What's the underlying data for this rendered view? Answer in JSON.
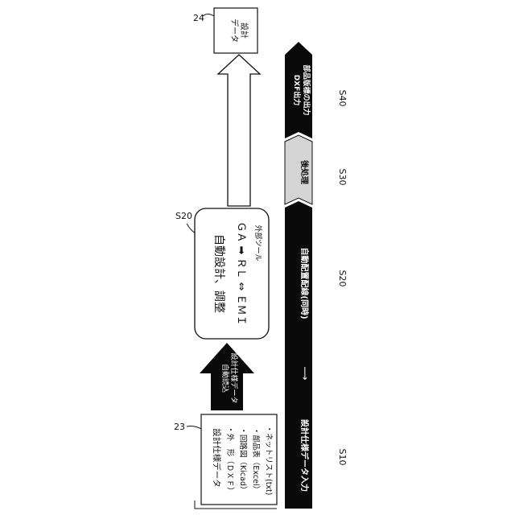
{
  "colors": {
    "ink": "#111111",
    "band": "#0a0a0a",
    "post_fill": "#d4d4d4",
    "paper": "#ffffff"
  },
  "refs": {
    "design_data": "24",
    "spec_data": "23",
    "auto_design": "S20"
  },
  "design_data_box": {
    "line1": "設計",
    "line2": "データ"
  },
  "spec_box": {
    "title": "設計仕様データ",
    "items": [
      "・外　形（ＤＸＦ）",
      "・回路図（Kicad）",
      "・部品表（Excel）",
      "・ネットリスト(txt)"
    ]
  },
  "input_arrow": {
    "line1": "設計仕様データ",
    "line2": "自動読込"
  },
  "auto_box": {
    "title": "自動設計、調整",
    "flow": "ＧＡ ➡ ＲＬ ⇔ ＥＭＩ",
    "note": "外部ツール"
  },
  "process_band": {
    "stage1": "設計仕様データ入力",
    "arrow": "⟶",
    "stage2": "自動配置配線(同時)",
    "stage3": "後処理",
    "stage4_line1": "DXF出力",
    "stage4_line2": "部品版標の出力"
  },
  "steps": {
    "s10": "S10",
    "s20": "S20",
    "s30": "S30",
    "s40": "S40"
  }
}
